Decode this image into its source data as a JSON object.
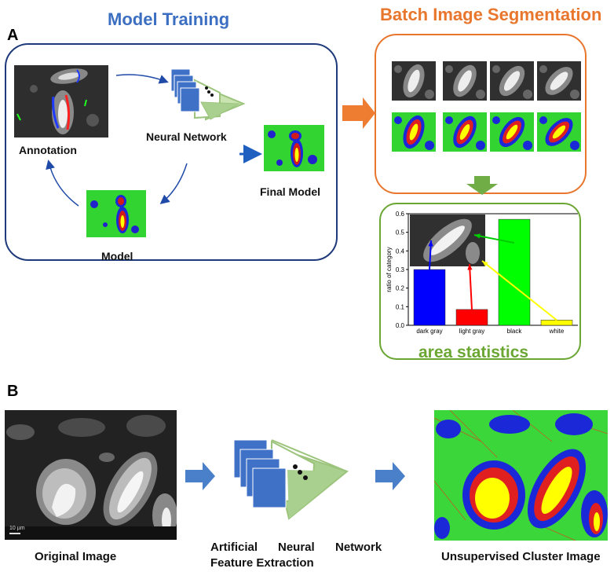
{
  "panel_a": {
    "letter": "A",
    "title_training": "Model Training",
    "title_batch": "Batch Image Segmentation",
    "label_annotation": "Annotation",
    "label_neural_network": "Neural Network",
    "label_final_model": "Final Model",
    "label_model": "Model",
    "label_area_statistics": "area statistics"
  },
  "panel_b": {
    "letter": "B",
    "label_original": "Original Image",
    "label_artificial": "Artificial",
    "label_neural": "Neural",
    "label_network": "Network",
    "label_feature_extraction": "Feature Extraction",
    "label_cluster": "Unsupervised Cluster Image",
    "scale_bar_text": "10 µm"
  },
  "colors": {
    "blue_title": "#3c6fc2",
    "orange": "#e8762d",
    "green_frame": "#6aa632",
    "navy_frame": "#1f3a7a",
    "bar_blue": "#0000ff",
    "bar_red": "#ff0000",
    "bar_green": "#00ff00",
    "bar_yellow": "#ffff00"
  },
  "chart_data": {
    "type": "bar",
    "categories": [
      "dark gray",
      "light gray",
      "black",
      "white"
    ],
    "values": [
      0.3,
      0.085,
      0.57,
      0.028
    ],
    "colors": [
      "#0000ff",
      "#ff0000",
      "#00ff00",
      "#ffff00"
    ],
    "ylabel": "ratio of category",
    "ylim": [
      0,
      0.6
    ],
    "yticks": [
      "0.0",
      "0.1",
      "0.2",
      "0.3",
      "0.4",
      "0.5",
      "0.6"
    ],
    "grid": false
  }
}
